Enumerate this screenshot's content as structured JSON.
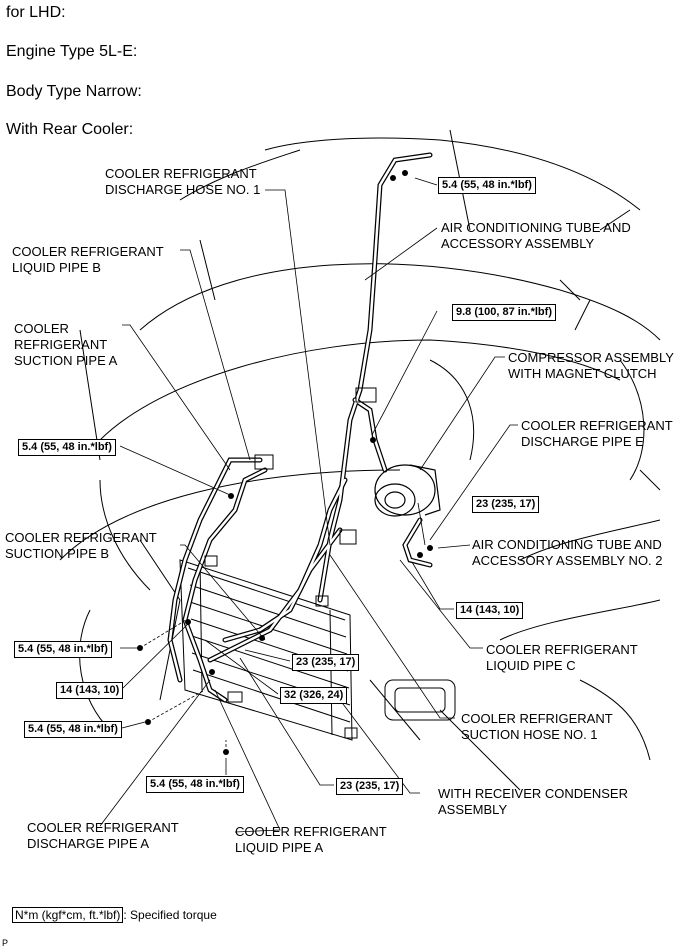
{
  "header": {
    "line1": "for LHD:",
    "line2": "Engine Type 5L-E:",
    "line3": "Body Type Narrow:",
    "line4": "With Rear Cooler:"
  },
  "labels": {
    "discharge_hose_1": "COOLER REFRIGERANT\nDISCHARGE HOSE NO. 1",
    "liquid_pipe_b": "COOLER REFRIGERANT\nLIQUID PIPE B",
    "suction_pipe_a": "COOLER\nREFRIGERANT\nSUCTION PIPE A",
    "ac_tube_assembly": "AIR CONDITIONING TUBE AND\nACCESSORY ASSEMBLY",
    "compressor": "COMPRESSOR ASSEMBLY\nWITH MAGNET CLUTCH",
    "discharge_pipe_e": "COOLER REFRIGERANT\nDISCHARGE PIPE E",
    "suction_pipe_b": "COOLER REFRIGERANT\nSUCTION PIPE B",
    "ac_tube_assembly_2": "AIR CONDITIONING TUBE AND\nACCESSORY ASSEMBLY NO. 2",
    "liquid_pipe_c": "COOLER REFRIGERANT\nLIQUID PIPE C",
    "suction_hose_1": "COOLER REFRIGERANT\nSUCTION HOSE NO. 1",
    "receiver_condenser": "WITH RECEIVER CONDENSER\nASSEMBLY",
    "discharge_pipe_a": "COOLER REFRIGERANT\nDISCHARGE PIPE A",
    "liquid_pipe_a": "COOLER REFRIGERANT\nLIQUID PIPE A"
  },
  "torques": {
    "t1": "5.4 (55, 48 in.*lbf)",
    "t2": "9.8 (100, 87 in.*lbf)",
    "t3": "5.4 (55, 48 in.*lbf)",
    "t4": "23 (235, 17)",
    "t5": "14 (143, 10)",
    "t6": "5.4 (55, 48 in.*lbf)",
    "t7": "23 (235, 17)",
    "t8": "14 (143, 10)",
    "t9": "32 (326, 24)",
    "t10": "5.4 (55, 48 in.*lbf)",
    "t11": "5.4 (55, 48 in.*lbf)",
    "t12": "23 (235, 17)"
  },
  "legend": {
    "unit": "N*m (kgf*cm, ft.*lbf)",
    "text": ": Specified torque"
  },
  "figure_code": "P"
}
